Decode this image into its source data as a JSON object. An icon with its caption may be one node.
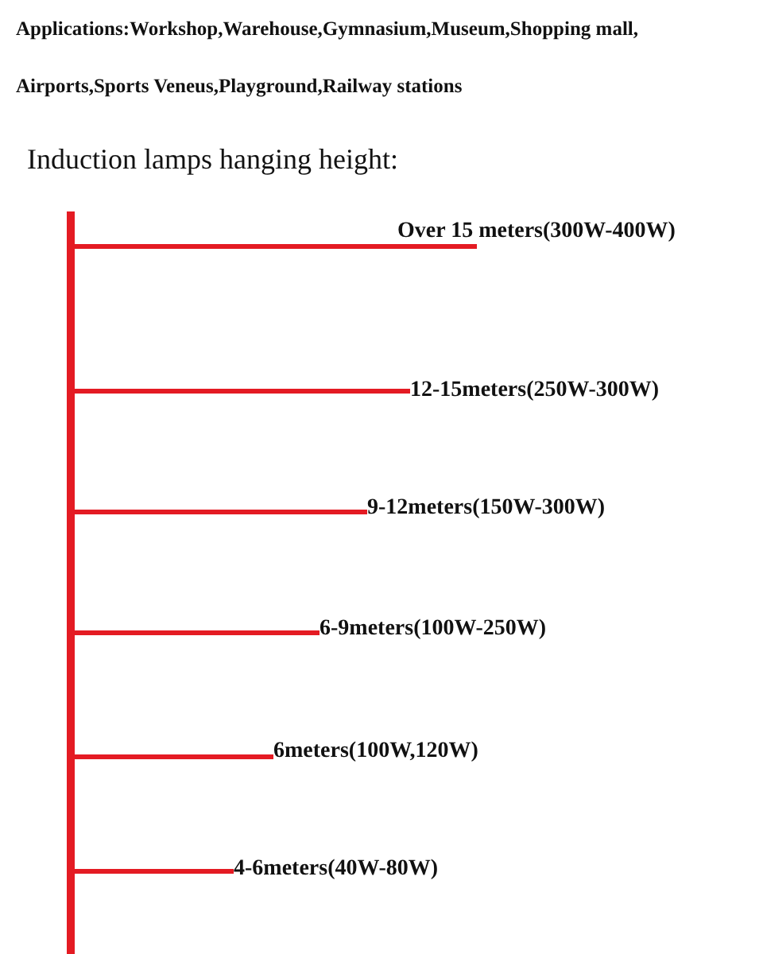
{
  "diagram": {
    "title": "Induction lamps hanging height:",
    "nodes": [
      {
        "text": [],
        "shape": "bar"
      },
      {
        "text": [
          "Over 15 meters(300W-400W)"
        ]
      },
      {
        "text": [
          "12-15meters(250W-300W)"
        ]
      },
      {
        "text": [
          "9-12meters(150W-300W)"
        ]
      },
      {
        "text": [
          "6-9meters(100W-250W)"
        ]
      },
      {
        "text": [
          "6meters(100W,120W)"
        ]
      },
      {
        "text": [
          "4-6meters(40W-80W)"
        ]
      }
    ],
    "edges": [
      {
        "from": 0,
        "to": 1,
        "arrow": "none"
      },
      {
        "from": 0,
        "to": 2,
        "arrow": "none"
      },
      {
        "from": 0,
        "to": 3,
        "arrow": "none"
      },
      {
        "from": 0,
        "to": 4,
        "arrow": "none"
      },
      {
        "from": 0,
        "to": 5,
        "arrow": "none"
      },
      {
        "from": 0,
        "to": 6,
        "arrow": "none"
      }
    ],
    "labels": [
      "Applications:Workshop,Warehouse,Gymnasium,Museum,Shopping mall, Airports,Sports Veneus,Playground,Railway stations"
    ]
  }
}
